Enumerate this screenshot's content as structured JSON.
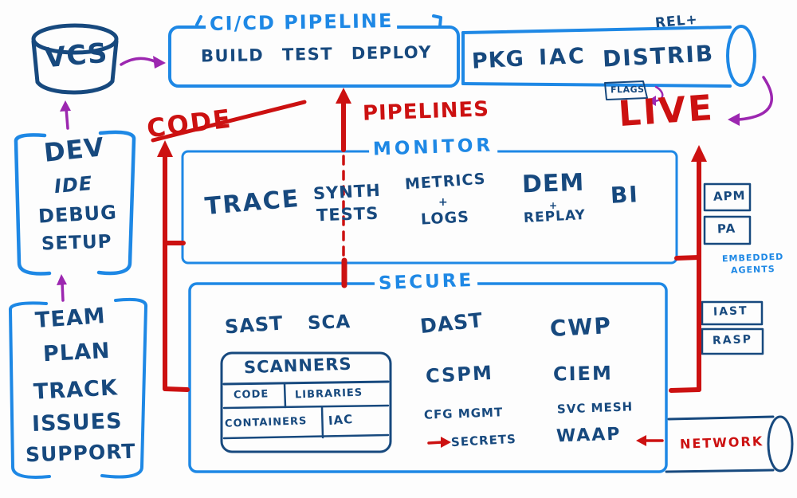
{
  "colors": {
    "sketch_blue": "#1E88E5",
    "ink_navy": "#17497E",
    "marker_red": "#CC1111",
    "arrow_purple": "#9C27B0",
    "background": "#FDFDFD"
  },
  "vcs": {
    "label": "VCS"
  },
  "cicd": {
    "title": "CI/CD PIPELINE",
    "steps": "BUILD TEST DEPLOY"
  },
  "release_pipe": {
    "pkg": "PKG",
    "iac": "IAC",
    "distrib": "DISTRIB",
    "rel_plus": "REL+",
    "flags": "FLAGS"
  },
  "labels": {
    "code": "CODE",
    "pipelines": "PIPELINES",
    "live": "LIVE"
  },
  "dev": {
    "title": "DEV",
    "items": [
      "IDE",
      "DEBUG",
      "SETUP"
    ]
  },
  "team": {
    "items": [
      "TEAM",
      "PLAN",
      "TRACK",
      "ISSUES",
      "SUPPORT"
    ]
  },
  "monitor": {
    "title": "MONITOR",
    "trace": "TRACE",
    "synth": "SYNTH",
    "tests": "TESTS",
    "metrics": "METRICS",
    "metrics_plus": "+",
    "logs": "LOGS",
    "dem": "DEM",
    "dem_plus": "+",
    "replay": "REPLAY",
    "bi": "BI"
  },
  "secure": {
    "title": "SECURE",
    "sast": "SAST",
    "sca": "SCA",
    "dast": "DAST",
    "cwp": "CWP",
    "scanners": {
      "title": "SCANNERS",
      "code": "CODE",
      "libraries": "LIBRARIES",
      "containers": "CONTAINERS",
      "iac": "IAC"
    },
    "cspm": "CSPM",
    "ciem": "CIEM",
    "cfg_mgmt": "CFG MGMT",
    "svc_mesh": "SVC MESH",
    "secrets": "SECRETS",
    "waap": "WAAP"
  },
  "agents": {
    "apm": "APM",
    "pa": "PA",
    "embedded_line1": "EMBEDDED",
    "embedded_line2": "AGENTS",
    "iast": "IAST",
    "rasp": "RASP"
  },
  "network": {
    "label": "NETWORK"
  }
}
